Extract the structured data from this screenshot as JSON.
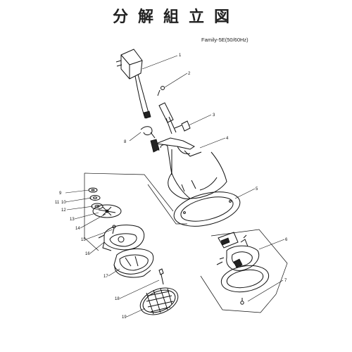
{
  "title": "分解組立図",
  "model": "Family-5E(50/60Hz)",
  "part_numbers": {
    "p1": "1",
    "p2": "2",
    "p3": "3",
    "p4": "4",
    "p5": "5",
    "p6": "6",
    "p7": "7",
    "p8": "8",
    "p9": "9",
    "p10": "10",
    "p11": "11",
    "p12": "12",
    "p13": "13",
    "p14": "14",
    "p15": "15",
    "p16": "16",
    "p17": "17",
    "p18": "18",
    "p19": "19"
  }
}
